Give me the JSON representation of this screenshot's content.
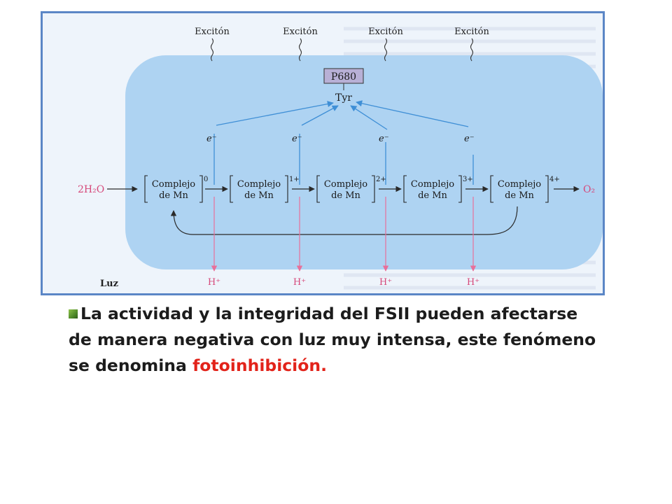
{
  "diagram": {
    "exciton_labels": [
      "Excitón",
      "Excitón",
      "Excitón",
      "Excitón"
    ],
    "p680_label": "P680",
    "tyr_label": "Tyr",
    "electron_label": "e⁻",
    "water_label": "2H₂O",
    "oxygen_label": "O₂",
    "complex_line1": "Complejo",
    "complex_line2": "de Mn",
    "complex_charges": [
      "0",
      "1+",
      "2+",
      "3+",
      "4+"
    ],
    "proton_label": "H⁺",
    "light_label": "Luz"
  },
  "caption": {
    "text": "La actividad y la integridad del FSII pueden afectarse de manera negativa con luz muy intensa, este fenómeno se denomina ",
    "highlight": "fotoinhibición."
  },
  "colors": {
    "frame": "#5b86c6",
    "blue_region": "#aed3f2",
    "arrow_blue": "#3f8fd6",
    "arrow_pink": "#e8709a",
    "p680_fill": "#b8b0d6",
    "highlight": "#e2231a"
  }
}
